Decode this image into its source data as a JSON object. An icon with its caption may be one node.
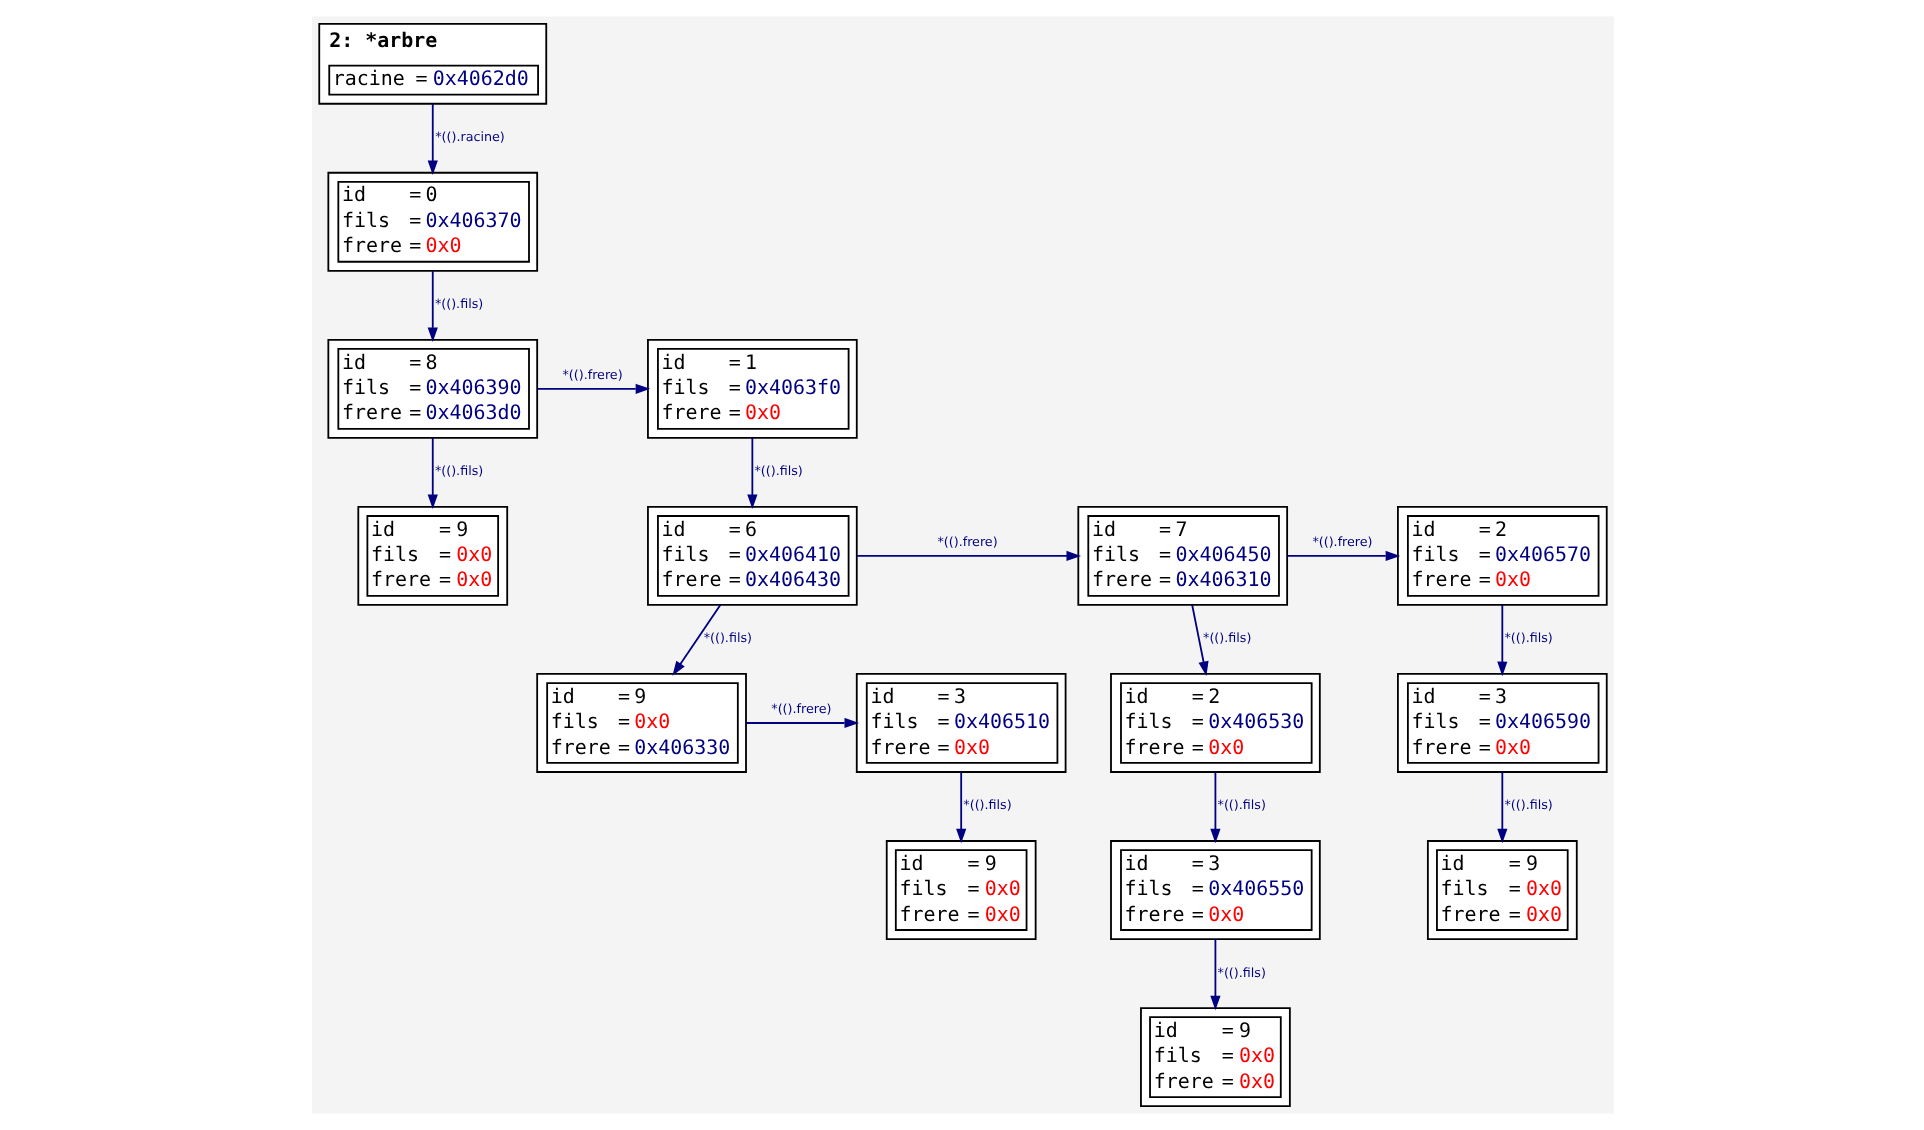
{
  "diagram": {
    "nodes": [
      {
        "text": [
          "2: *arbre",
          "racine = 0x4062d0"
        ]
      },
      {
        "text": [
          "id = 0",
          "fils = 0x406370",
          "frere = 0x0"
        ]
      },
      {
        "text": [
          "id = 8",
          "fils = 0x406390",
          "frere = 0x4063d0"
        ]
      },
      {
        "text": [
          "id = 1",
          "fils = 0x4063f0",
          "frere = 0x0"
        ]
      },
      {
        "text": [
          "id = 9",
          "fils = 0x0",
          "frere = 0x0"
        ]
      },
      {
        "text": [
          "id = 6",
          "fils = 0x406410",
          "frere = 0x406430"
        ]
      },
      {
        "text": [
          "id = 7",
          "fils = 0x406450",
          "frere = 0x406310"
        ]
      },
      {
        "text": [
          "id = 2",
          "fils = 0x406570",
          "frere = 0x0"
        ]
      },
      {
        "text": [
          "id = 9",
          "fils = 0x0",
          "frere = 0x406330"
        ]
      },
      {
        "text": [
          "id = 3",
          "fils = 0x406510",
          "frere = 0x0"
        ]
      },
      {
        "text": [
          "id = 2",
          "fils = 0x406530",
          "frere = 0x0"
        ]
      },
      {
        "text": [
          "id = 3",
          "fils = 0x406590",
          "frere = 0x0"
        ]
      },
      {
        "text": [
          "id = 9",
          "fils = 0x0",
          "frere = 0x0"
        ]
      },
      {
        "text": [
          "id = 3",
          "fils = 0x406550",
          "frere = 0x0"
        ]
      },
      {
        "text": [
          "id = 9",
          "fils = 0x0",
          "frere = 0x0"
        ]
      },
      {
        "text": [
          "id = 9",
          "fils = 0x0",
          "frere = 0x0"
        ]
      }
    ],
    "edges": [
      {
        "from": 0,
        "to": 1,
        "arrow": "to",
        "label": "*(().racine)"
      },
      {
        "from": 1,
        "to": 2,
        "arrow": "to",
        "label": "*(().fils)"
      },
      {
        "from": 2,
        "to": 3,
        "arrow": "to",
        "label": "*(().frere)"
      },
      {
        "from": 2,
        "to": 4,
        "arrow": "to",
        "label": "*(().fils)"
      },
      {
        "from": 3,
        "to": 5,
        "arrow": "to",
        "label": "*(().fils)"
      },
      {
        "from": 5,
        "to": 6,
        "arrow": "to",
        "label": "*(().frere)"
      },
      {
        "from": 6,
        "to": 7,
        "arrow": "to",
        "label": "*(().frere)"
      },
      {
        "from": 5,
        "to": 8,
        "arrow": "to",
        "label": "*(().fils)"
      },
      {
        "from": 8,
        "to": 9,
        "arrow": "to",
        "label": "*(().frere)"
      },
      {
        "from": 6,
        "to": 10,
        "arrow": "to",
        "label": "*(().fils)"
      },
      {
        "from": 7,
        "to": 11,
        "arrow": "to",
        "label": "*(().fils)"
      },
      {
        "from": 9,
        "to": 12,
        "arrow": "to",
        "label": "*(().fils)"
      },
      {
        "from": 10,
        "to": 13,
        "arrow": "to",
        "label": "*(().fils)"
      },
      {
        "from": 11,
        "to": 14,
        "arrow": "to",
        "label": "*(().fils)"
      },
      {
        "from": 13,
        "to": 15,
        "arrow": "to",
        "label": "*(().fils)"
      }
    ]
  }
}
